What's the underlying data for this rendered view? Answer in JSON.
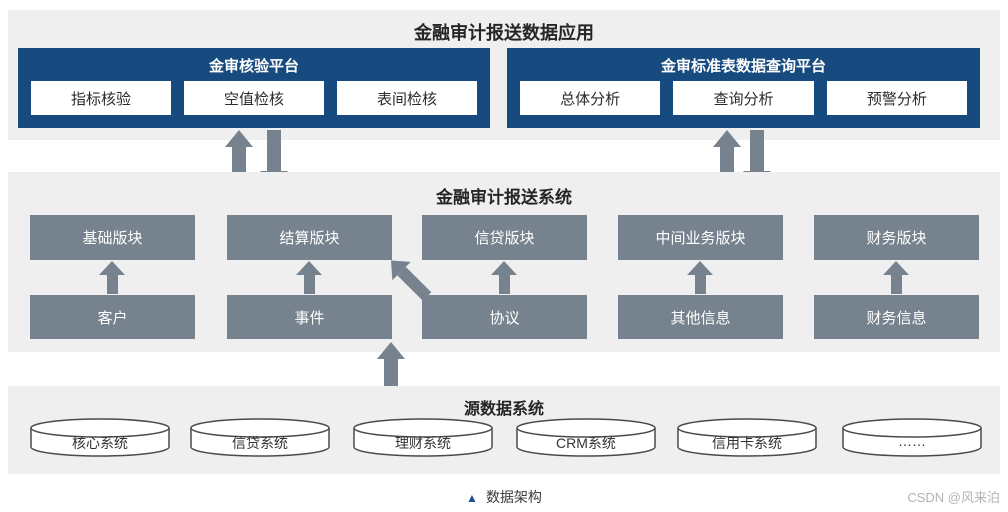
{
  "colors": {
    "panel_navy": "#174a7e",
    "box_slate": "#76838f",
    "section_bg": "#f0efef",
    "caption_marker_blue": "#1d4c8f"
  },
  "application_layer": {
    "title": "金融审计报送数据应用",
    "platforms": [
      {
        "title": "金审核验平台",
        "modules": [
          "指标核验",
          "空值检核",
          "表间检核"
        ]
      },
      {
        "title": "金审标准表数据查询平台",
        "modules": [
          "总体分析",
          "查询分析",
          "预警分析"
        ]
      }
    ]
  },
  "reporting_system": {
    "title": "金融审计报送系统",
    "columns": [
      {
        "module": "基础版块",
        "data": "客户"
      },
      {
        "module": "结算版块",
        "data": "事件"
      },
      {
        "module": "信贷版块",
        "data": "协议"
      },
      {
        "module": "中间业务版块",
        "data": "其他信息"
      },
      {
        "module": "财务版块",
        "data": "财务信息"
      }
    ]
  },
  "source_systems": {
    "title": "源数据系统",
    "systems": [
      "核心系统",
      "信贷系统",
      "理财系统",
      "CRM系统",
      "信用卡系统",
      "……"
    ]
  },
  "caption": {
    "marker": "▲",
    "text": "数据架构"
  },
  "watermark": "CSDN @风来泊"
}
